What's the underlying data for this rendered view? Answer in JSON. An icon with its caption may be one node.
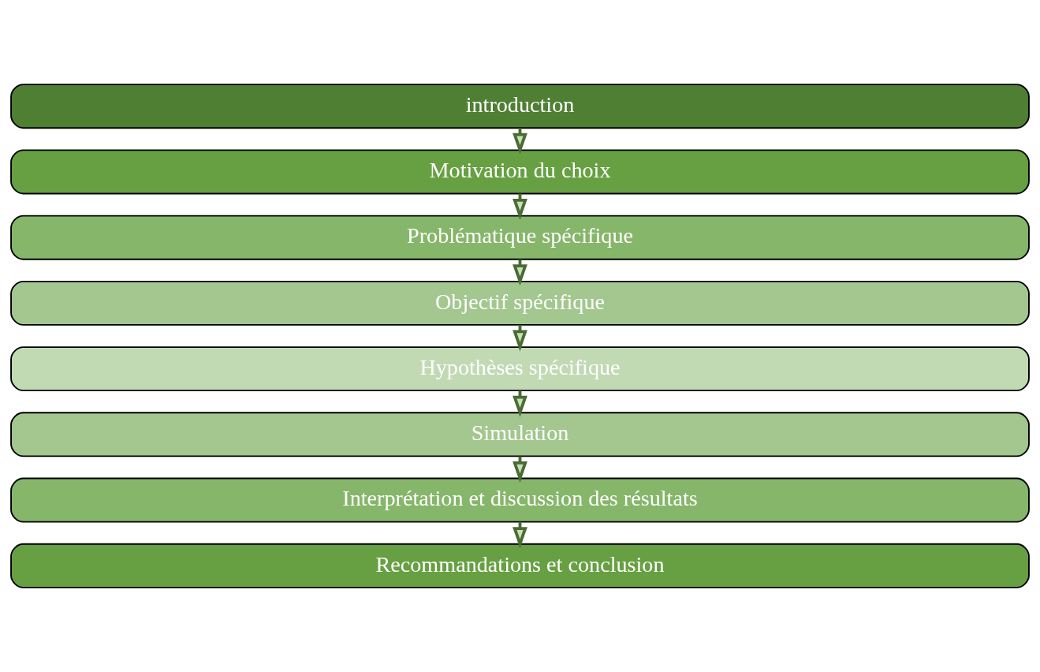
{
  "diagram": {
    "nodes": [
      {
        "text": [
          "introduction"
        ]
      },
      {
        "text": [
          "Motivation du choix"
        ]
      },
      {
        "text": [
          "Problématique spécifique"
        ]
      },
      {
        "text": [
          "Objectif spécifique"
        ]
      },
      {
        "text": [
          "Hypothèses spécifique"
        ]
      },
      {
        "text": [
          "Simulation"
        ]
      },
      {
        "text": [
          "Interprétation et discussion des résultats"
        ]
      },
      {
        "text": [
          "Recommandations et conclusion"
        ]
      }
    ],
    "edges": [
      {
        "from": 0,
        "to": 1,
        "arrow": "to"
      },
      {
        "from": 1,
        "to": 2,
        "arrow": "to"
      },
      {
        "from": 2,
        "to": 3,
        "arrow": "to"
      },
      {
        "from": 3,
        "to": 4,
        "arrow": "to"
      },
      {
        "from": 4,
        "to": 5,
        "arrow": "to"
      },
      {
        "from": 5,
        "to": 6,
        "arrow": "to"
      },
      {
        "from": 6,
        "to": 7,
        "arrow": "to"
      }
    ]
  }
}
